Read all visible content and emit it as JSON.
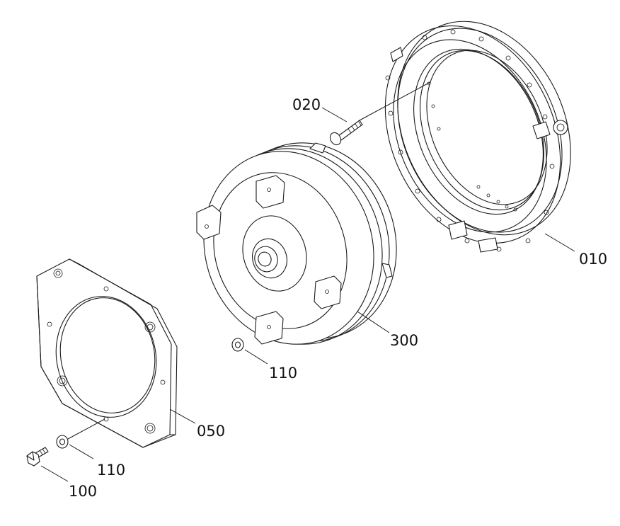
{
  "parts": [
    {
      "id": "part-010",
      "number": "010",
      "icon": "housing-ring-icon"
    },
    {
      "id": "part-020",
      "number": "020",
      "icon": "bolt-icon"
    },
    {
      "id": "part-050",
      "number": "050",
      "icon": "adapter-plate-icon"
    },
    {
      "id": "part-100",
      "number": "100",
      "icon": "screw-icon"
    },
    {
      "id": "part-110a",
      "number": "110",
      "icon": "washer-icon"
    },
    {
      "id": "part-110b",
      "number": "110",
      "icon": "washer-icon"
    },
    {
      "id": "part-300",
      "number": "300",
      "icon": "torque-converter-icon"
    }
  ],
  "colors": {
    "line": "#1a1a1a",
    "background": "#ffffff"
  }
}
